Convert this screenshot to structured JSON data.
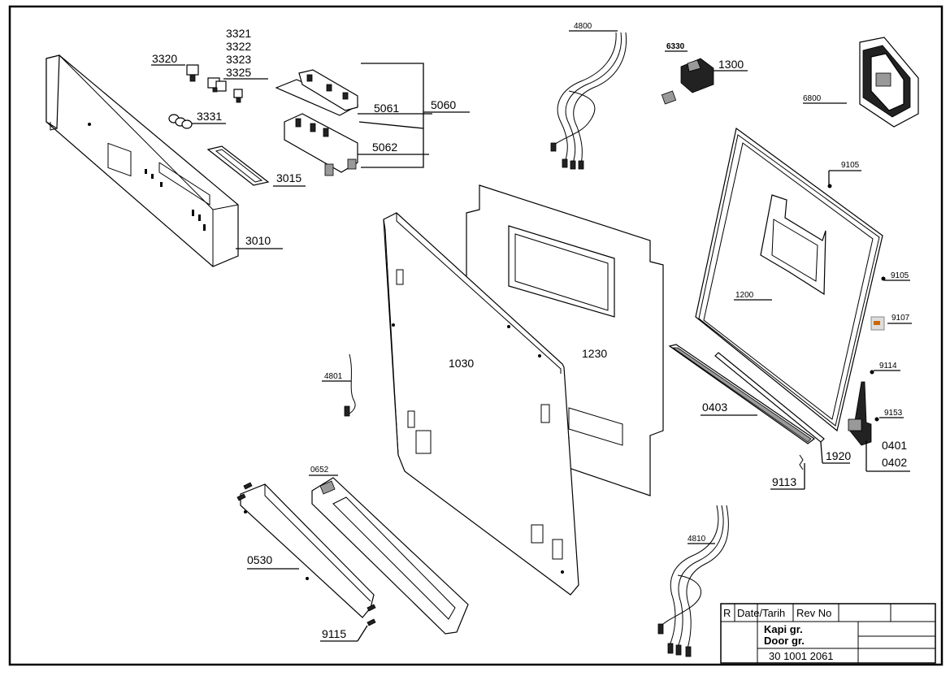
{
  "title_block": {
    "rev_marker": "R",
    "date_header": "Date/Tarih",
    "rev_header": "Rev No",
    "title_line1": "Kapi gr.",
    "title_line2": "Door gr.",
    "drawing_number": "30 1001 2061"
  },
  "callouts": {
    "p3321": "3321",
    "p3322": "3322",
    "p3323": "3323",
    "p3325": "3325",
    "p3320": "3320",
    "p3331": "3331",
    "p5061": "5061",
    "p5060": "5060",
    "p5062": "5062",
    "p3015": "3015",
    "p3010": "3010",
    "p4800": "4800",
    "p6330": "6330",
    "p1300": "1300",
    "p6800": "6800",
    "p9105a": "9105",
    "p9105b": "9105",
    "p1200": "1200",
    "p9107": "9107",
    "p9114": "9114",
    "p9153": "9153",
    "p0401": "0401",
    "p0402": "0402",
    "p1920": "1920",
    "p9113": "9113",
    "p0403": "0403",
    "p1030": "1030",
    "p1230": "1230",
    "p4801": "4801",
    "p0652": "0652",
    "p0530": "0530",
    "p9115": "9115",
    "p4810": "4810"
  },
  "icons": [
    "control-panel",
    "knob",
    "pcb-module",
    "wire-harness",
    "door-lock",
    "dispenser",
    "outer-door",
    "inner-door",
    "door-panel",
    "hinge",
    "kick-plate",
    "seal-strip"
  ]
}
